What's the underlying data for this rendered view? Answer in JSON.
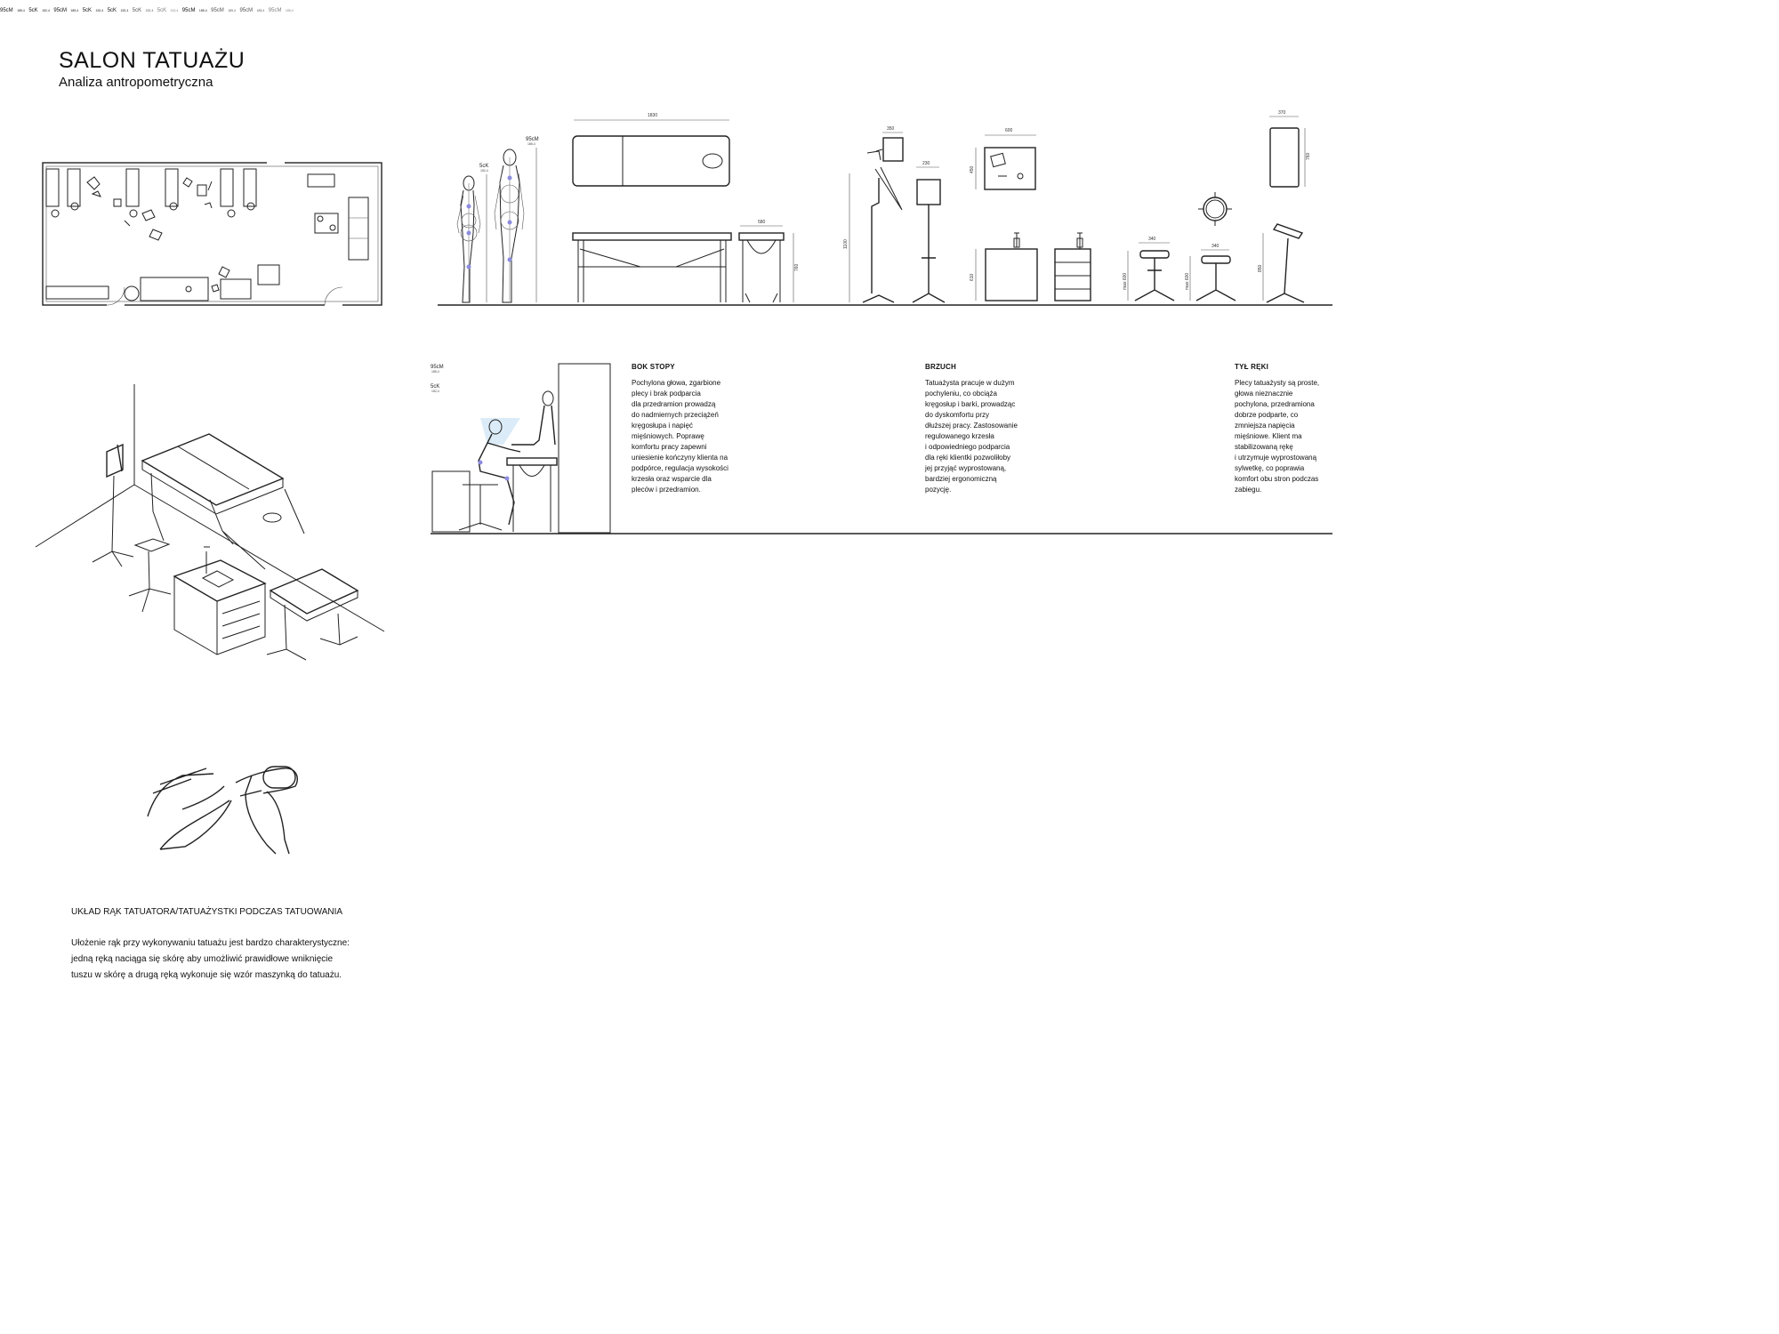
{
  "title": "SALON TATUAŻU",
  "subtitle": "Analiza antropometryczna",
  "measure_labels": {
    "female": "5cK",
    "female_sub": "152,4",
    "male": "95cM",
    "male_sub": "185,4"
  },
  "dimensions": {
    "table_length": "1830",
    "stool_width": "580",
    "table_height": "760",
    "lamp_height": "1100",
    "lamp_head": "350",
    "tray_lamp": "230",
    "cabinet_depth": "600",
    "cabinet_side": "450",
    "cabinet_height": "610",
    "stool_a_width": "340",
    "stool_b_width": "340",
    "stool_a_height": "max 600",
    "stool_b_height": "max 600",
    "armrest_width": "370",
    "armrest_depth": "760",
    "armrest_height": "850"
  },
  "panels": [
    {
      "title": "BOK STOPY",
      "lines": [
        "Pochylona głowa, zgarbione",
        "plecy i brak podparcia",
        "dla przedramion prowadzą",
        "do nadmiernych przeciążeń",
        "kręgosłupa i napięć",
        "mięśniowych. Poprawę",
        "komfortu pracy zapewni",
        "uniesienie kończyny klienta na",
        "podpórce, regulacja wysokości",
        "krzesła oraz wsparcie dla",
        "pleców i przedramion."
      ]
    },
    {
      "title": "BRZUCH",
      "lines": [
        "Tatuażysta pracuje w dużym",
        "pochyleniu, co obciąża",
        "kręgosłup i barki, prowadząc",
        "do dyskomfortu przy",
        "dłuższej pracy. Zastosowanie",
        "regulowanego krzesła",
        "i odpowiedniego podparcia",
        "dla ręki klientki pozwoliłoby",
        "jej przyjąć wyprostowaną,",
        "bardziej ergonomiczną",
        "pozycję."
      ]
    },
    {
      "title": "TYŁ RĘKI",
      "lines": [
        "Plecy tatuażysty są proste,",
        "głowa nieznacznie",
        "pochylona, przedramiona",
        "dobrze podparte, co",
        "zmniejsza napięcia",
        "mięśniowe. Klient ma",
        "stabilizowaną rękę",
        "i utrzymuje wyprostowaną",
        "sylwetkę, co poprawia",
        "komfort obu stron podczas",
        "zabiegu."
      ]
    }
  ],
  "hands_section": {
    "heading": "UKŁAD RĄK TATUATORA/TATUAŻYSTKI PODCZAS TATUOWANIA",
    "lines": [
      "Ułożenie rąk przy wykonywaniu tatuażu jest bardzo charakterystyczne:",
      "jedną ręką naciąga się skórę aby umożliwić prawidłowe wniknięcie",
      "tuszu w skórę a drugą ręką wykonuje się wzór maszynką do tatuażu."
    ]
  },
  "colors": {
    "line": "#222222",
    "joint": "#8c8ce0",
    "sightline": "#cfe6f5"
  }
}
